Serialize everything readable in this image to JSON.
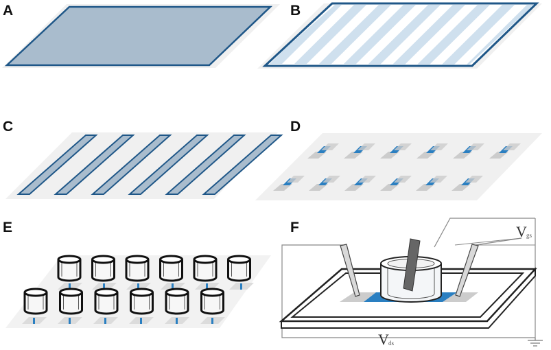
{
  "panels": {
    "A": {
      "label": "A"
    },
    "B": {
      "label": "B"
    },
    "C": {
      "label": "C"
    },
    "D": {
      "label": "D"
    },
    "E": {
      "label": "E"
    },
    "F": {
      "label": "F"
    }
  },
  "voltages": {
    "gate": {
      "symbol": "V",
      "subscript": "gs"
    },
    "drain_source": {
      "symbol": "V",
      "subscript": "ds"
    }
  },
  "colors": {
    "film_fill": "#a9bccd",
    "film_edge": "#1f5788",
    "stripe_light": "#cfe0ee",
    "substrate": "#eeeeee",
    "channel_blue": "#2a7fc1",
    "contact_gray": "#cccccc",
    "wire": "#888888"
  },
  "icons": {
    "ground": "ground-symbol-icon",
    "probe": "probe-tip-icon",
    "well": "cylinder-well-icon"
  }
}
